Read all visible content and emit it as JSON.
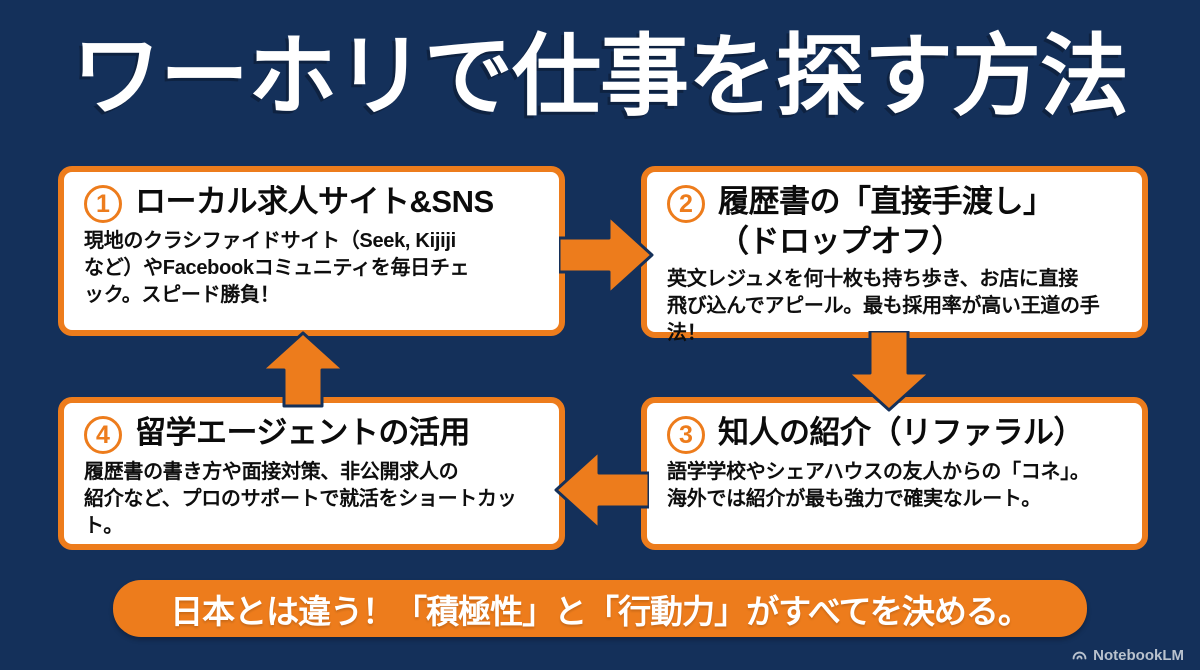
{
  "title": "ワーホリで仕事を探す方法",
  "colors": {
    "background": "#14305A",
    "accent_orange": "#ED7C1C",
    "box_background": "#FFFFFF",
    "text_black": "#0E0E0E",
    "banner_text": "#FFFFFF",
    "watermark_gray": "#B9C2CE"
  },
  "boxes": [
    {
      "number": "1",
      "title": "ローカル求人サイト&SNS",
      "body": "現地のクラシファイドサイト（Seek, Kijiji\nなど）やFacebookコミュニティを毎日チェ\nック。スピード勝負！"
    },
    {
      "number": "2",
      "title": "履歴書の「直接手渡し」",
      "title_line2": "（ドロップオフ）",
      "body": "英文レジュメを何十枚も持ち歩き、お店に直接\n飛び込んでアピール。最も採用率が高い王道の手法！"
    },
    {
      "number": "3",
      "title": "知人の紹介（リファラル）",
      "body": "語学学校やシェアハウスの友人からの「コネ」。\n海外では紹介が最も強力で確実なルート。"
    },
    {
      "number": "4",
      "title": "留学エージェントの活用",
      "body": "履歴書の書き方や面接対策、非公開求人の\n紹介など、プロのサポートで就活をショートカット。"
    }
  ],
  "banner": {
    "text": "日本とは違う！「積極性」と「行動力」がすべてを決める。"
  },
  "watermark": {
    "label": "NotebookLM"
  }
}
